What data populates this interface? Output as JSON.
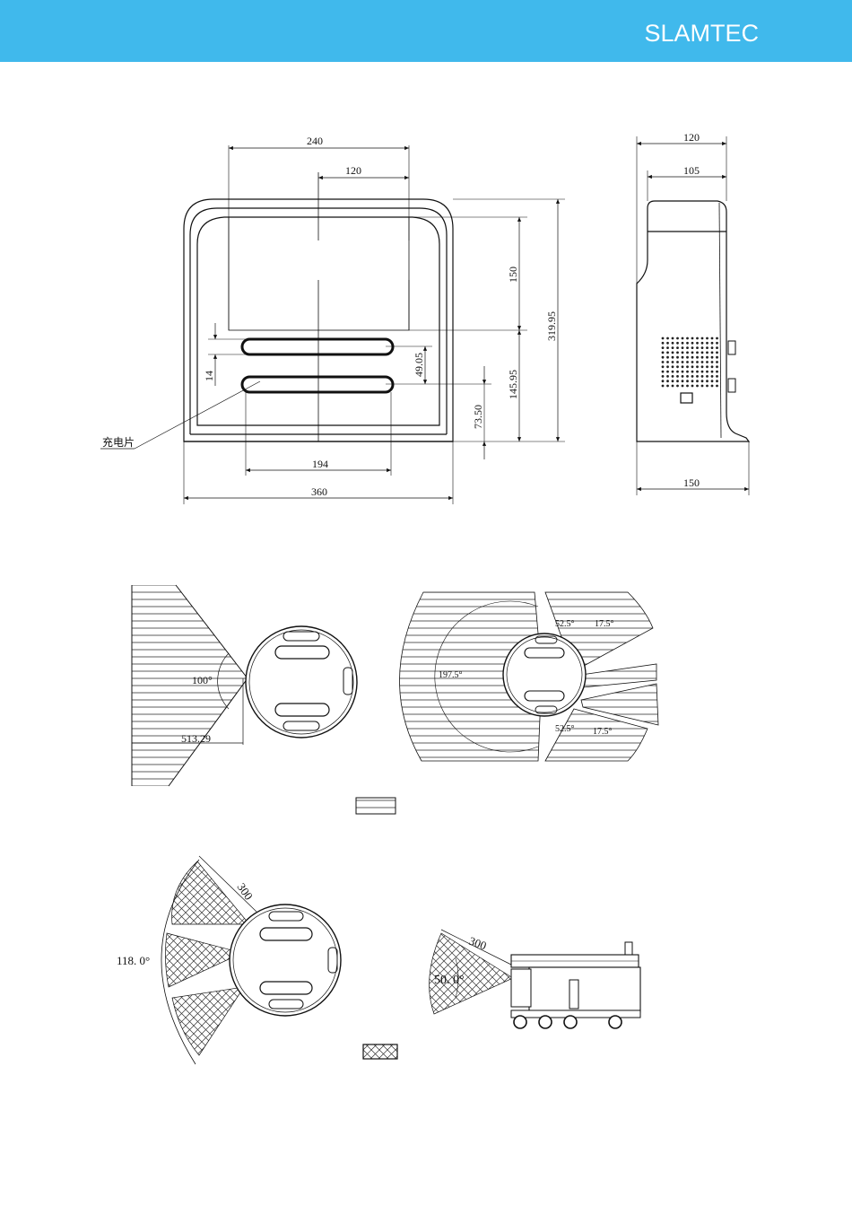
{
  "header": {
    "brand": "SLAMTEC",
    "color": "#40b9ec"
  },
  "front_view": {
    "dim_width_top": "240",
    "dim_half_top": "120",
    "dim_height_screen": "150",
    "dim_height_total": "319.95",
    "dim_slot_gap": "14",
    "dim_slot_spacing": "49.05",
    "dim_lower_height": "145.95",
    "dim_contact_height": "73.50",
    "dim_slot_width": "194",
    "dim_base_width": "360",
    "contact_label": "充电片"
  },
  "side_view": {
    "dim_depth_top": "120",
    "dim_depth_upper": "105",
    "dim_depth_base": "150"
  },
  "lidar_views": {
    "left_angle": "100°",
    "left_distance": "513.29",
    "right_angle_rear": "197.5°",
    "right_angle_upper": "52.5°",
    "right_angle_upper_small": "17.5°",
    "right_angle_lower": "52.5°",
    "right_angle_lower_small": "17.5°"
  },
  "depth_views": {
    "top_angle": "118. 0°",
    "top_range": "300",
    "side_angle": "50. 0°",
    "side_range": "300"
  }
}
